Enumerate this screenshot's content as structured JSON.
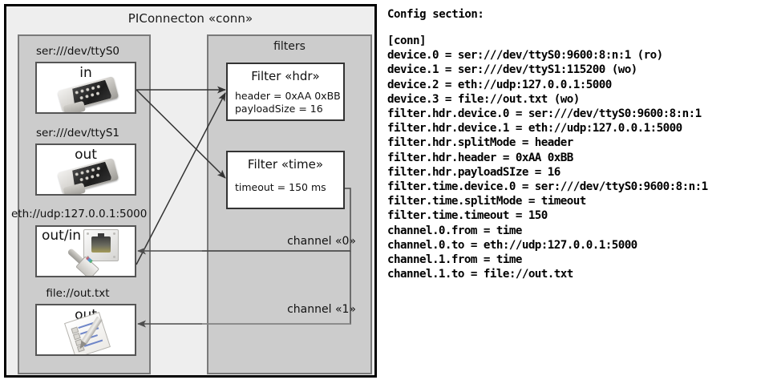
{
  "diagram": {
    "component_title": "PIConnecton «conn»",
    "groups": {
      "devices_title": "",
      "filters_title": "filters"
    },
    "devices": [
      {
        "label": "ser:///dev/ttyS0",
        "io": "in",
        "icon": "serial-port-icon"
      },
      {
        "label": "ser:///dev/ttyS1",
        "io": "out",
        "icon": "serial-port-icon"
      },
      {
        "label": "eth://udp:127.0.0.1:5000",
        "io": "out/in",
        "icon": "ethernet-jack-icon"
      },
      {
        "label": "file://out.txt",
        "io": "out",
        "icon": "text-document-icon"
      }
    ],
    "filters": [
      {
        "title": "Filter «hdr»",
        "props": [
          "header = 0xAA 0xBB",
          "payloadSize = 16"
        ]
      },
      {
        "title": "Filter «time»",
        "props": [
          "timeout = 150 ms"
        ]
      }
    ],
    "channels": [
      {
        "label": "channel «0»"
      },
      {
        "label": "channel «1»"
      }
    ]
  },
  "config": {
    "heading": "Config section:",
    "lines": [
      "[conn]",
      "device.0 = ser:///dev/ttyS0:9600:8:n:1 (ro)",
      "device.1 = ser:///dev/ttyS1:115200 (wo)",
      "device.2 = eth://udp:127.0.0.1:5000",
      "device.3 = file://out.txt (wo)",
      "filter.hdr.device.0 = ser:///dev/ttyS0:9600:8:n:1",
      "filter.hdr.device.1 = eth://udp:127.0.0.1:5000",
      "filter.hdr.splitMode = header",
      "filter.hdr.header = 0xAA 0xBB",
      "filter.hdr.payloadSIze = 16",
      "filter.time.device.0 = ser:///dev/ttyS0:9600:8:n:1",
      "filter.time.splitMode = timeout",
      "filter.time.timeout = 150",
      "channel.0.from = time",
      "channel.0.to = eth://udp:127.0.0.1:5000",
      "channel.1.from = time",
      "channel.1.to = file://out.txt"
    ]
  },
  "colors": {
    "frame_border": "#000000",
    "frame_fill": "#eeeeee",
    "group_fill": "#cccccc",
    "group_border": "#7a7a7a",
    "node_fill": "#ffffff",
    "node_border": "#555555",
    "edge": "#333333"
  }
}
